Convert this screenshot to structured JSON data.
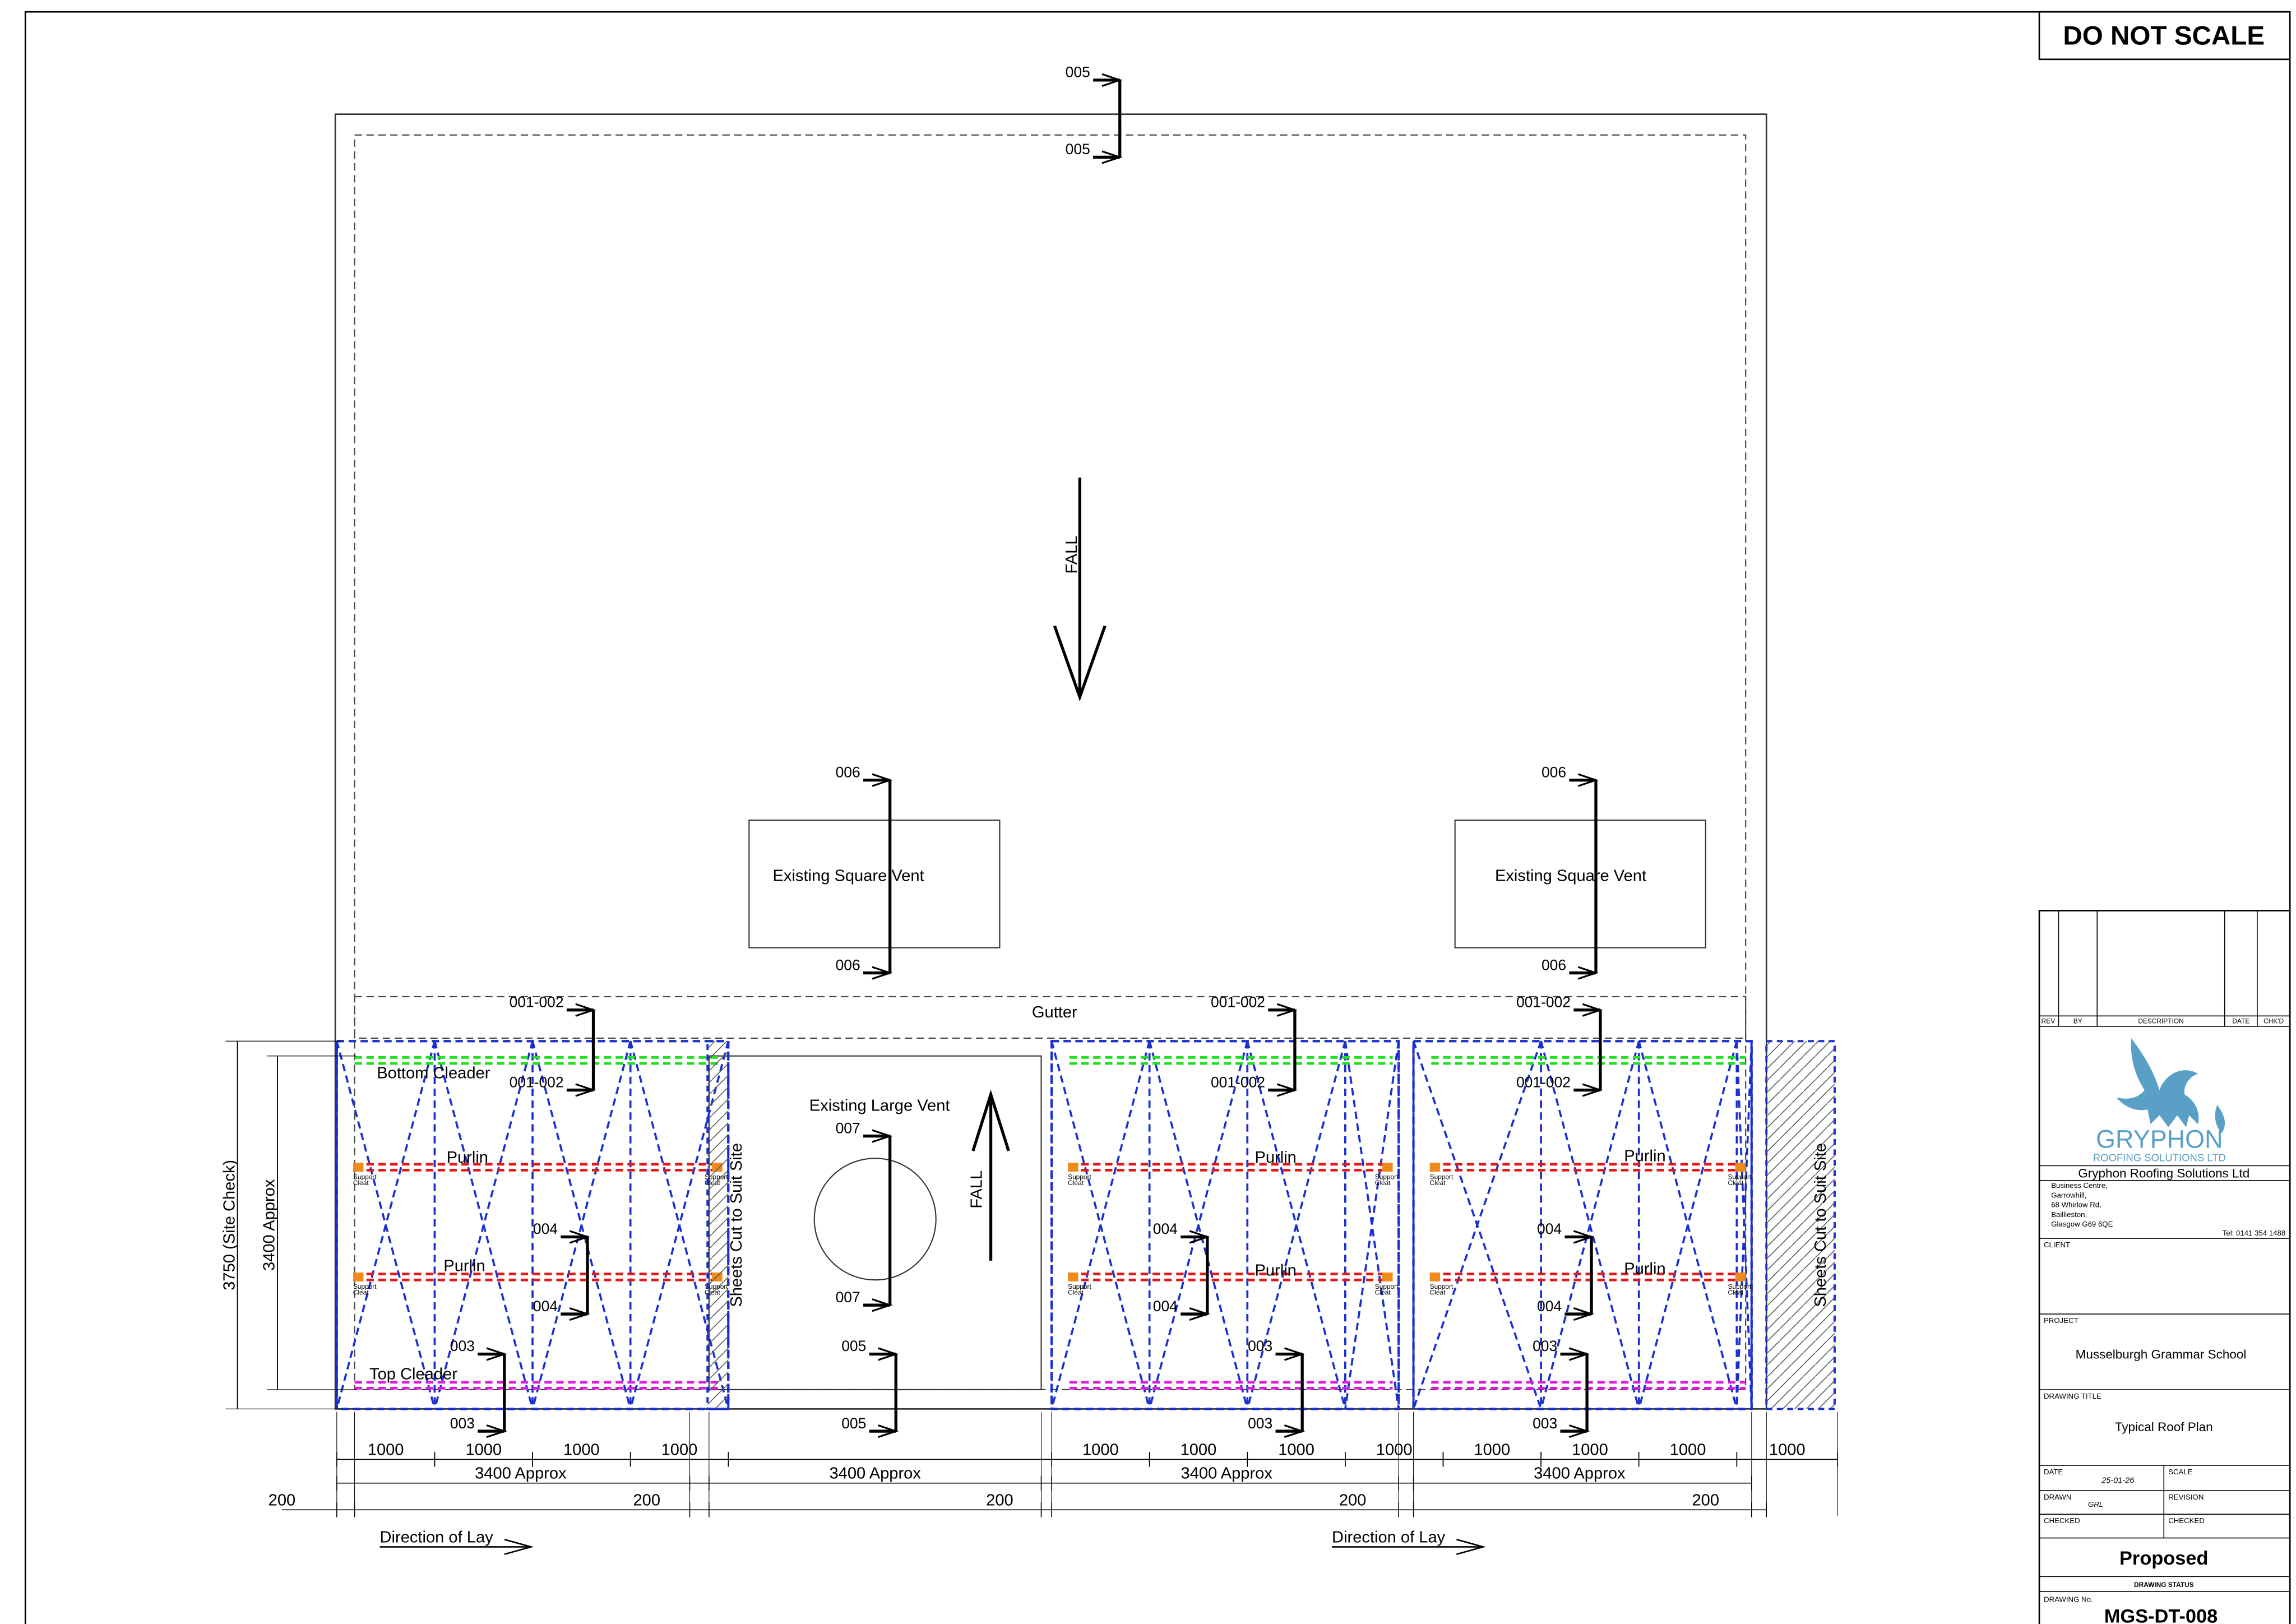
{
  "header": {
    "do_not_scale": "DO NOT SCALE"
  },
  "plan": {
    "fall_label": "FALL",
    "gutter_label": "Gutter",
    "existing_square_vent": "Existing Square Vent",
    "existing_large_vent": "Existing Large Vent",
    "bottom_cleader": "Bottom Cleader",
    "top_cleader": "Top Cleader",
    "purlin": "Purlin",
    "support": "Support",
    "cleat": "Cleat",
    "sheets_cut": "Sheets Cut to Suit Site",
    "direction_of_lay": "Direction of Lay",
    "section_marks": {
      "s001_002": "001-002",
      "s003": "003",
      "s004": "004",
      "s005": "005",
      "s006": "006",
      "s007": "007"
    },
    "dims": {
      "d1000": "1000",
      "d200": "200",
      "d3400_approx": "3400 Approx",
      "d3750_site": "3750 (Site Check)"
    }
  },
  "title_block": {
    "rev_headers": [
      "REV",
      "BY",
      "DESCRIPTION",
      "DATE",
      "CHK'D"
    ],
    "logo_main": "GRYPHON",
    "logo_sub": "ROOFING SOLUTIONS LTD",
    "company": "Gryphon Roofing Solutions Ltd",
    "address": [
      "Business Centre,",
      "Garrowhill,",
      "68 Whirlow Rd,",
      "Baillieston,",
      "Glasgow G69 6QE"
    ],
    "tel": "Tel: 0141 354 1488",
    "client_label": "CLIENT",
    "project_label": "PROJECT",
    "project": "Musselburgh Grammar School",
    "drawing_title_label": "DRAWING TITLE",
    "drawing_title": "Typical Roof Plan",
    "date_label": "DATE",
    "date": "25-01-26",
    "scale_label": "SCALE",
    "drawn_label": "DRAWN",
    "drawn": "GRL",
    "revision_label": "REVISION",
    "checked_label": "CHECKED",
    "checked2_label": "CHECKED",
    "status": "Proposed",
    "status_label": "DRAWING STATUS",
    "drawing_no_label": "DRAWING No.",
    "drawing_no": "MGS-DT-008"
  },
  "colors": {
    "bracing": "#1a2fd0",
    "bottom_cleader": "#1ee01e",
    "purlin": "#e01a1a",
    "top_cleader": "#e01ae0",
    "support": "#f08a1a",
    "logo": "#5aa0c6"
  }
}
